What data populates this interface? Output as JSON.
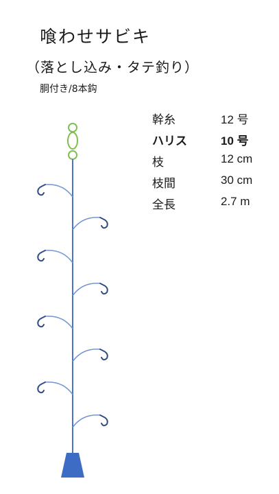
{
  "header": {
    "title": "喰わせサビキ",
    "subtitle": "（落とし込み・タテ釣り）",
    "note": "胴付き/8本鈎"
  },
  "specs": [
    {
      "label": "幹糸",
      "value": "12 号",
      "emphasis": false
    },
    {
      "label": "ハリス",
      "value": "10 号",
      "emphasis": true
    },
    {
      "label": "枝",
      "value": "12 cm",
      "emphasis": false
    },
    {
      "label": "枝間",
      "value": "30 cm",
      "emphasis": false
    },
    {
      "label": "全長",
      "value": "2.7 m",
      "emphasis": false
    }
  ],
  "diagram": {
    "hook_count": 8,
    "colors": {
      "main_line": "#4a72c8",
      "branch_line": "#6f95d6",
      "hook": "#2f4f80",
      "swivel": "#7fbf4d",
      "sinker": "#3d6cc4"
    }
  }
}
